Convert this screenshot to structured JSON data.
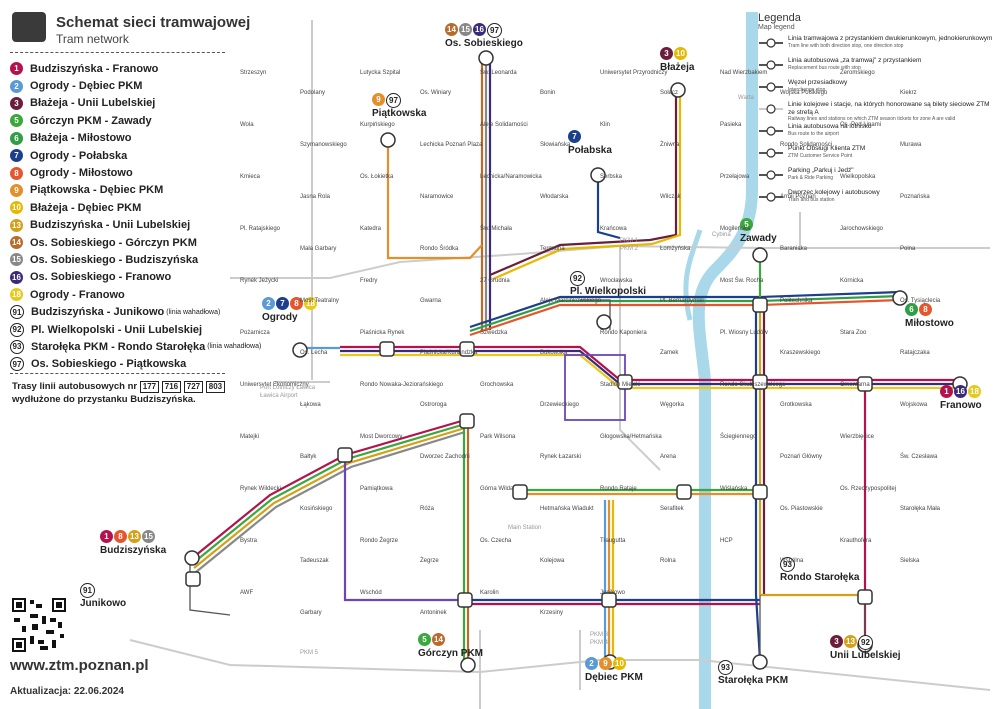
{
  "header": {
    "title": "Schemat sieci tramwajowej",
    "subtitle": "Tram network"
  },
  "routes": [
    {
      "num": "1",
      "label": "Budziszyńska - Franowo",
      "color": "#b5124d"
    },
    {
      "num": "2",
      "label": "Ogrody - Dębiec PKM",
      "color": "#5b9bd5"
    },
    {
      "num": "3",
      "label": "Błażeja - Unii Lubelskiej",
      "color": "#6b1e3c"
    },
    {
      "num": "5",
      "label": "Górczyn PKM - Zawady",
      "color": "#3aa83a"
    },
    {
      "num": "6",
      "label": "Błażeja - Miłostowo",
      "color": "#2f9e44"
    },
    {
      "num": "7",
      "label": "Ogrody - Połabska",
      "color": "#1b3f8b"
    },
    {
      "num": "8",
      "label": "Ogrody - Miłostowo",
      "color": "#e4572e"
    },
    {
      "num": "9",
      "label": "Piątkowska - Dębiec PKM",
      "color": "#e2902b"
    },
    {
      "num": "10",
      "label": "Błażeja - Dębiec PKM",
      "color": "#e6b800"
    },
    {
      "num": "13",
      "label": "Budziszyńska - Unii Lubelskiej",
      "color": "#d4a017"
    },
    {
      "num": "14",
      "label": "Os. Sobieskiego - Górczyn PKM",
      "color": "#b86b2a"
    },
    {
      "num": "15",
      "label": "Os. Sobieskiego - Budziszyńska",
      "color": "#888888"
    },
    {
      "num": "16",
      "label": "Os. Sobieskiego - Franowo",
      "color": "#3b2a7a"
    },
    {
      "num": "18",
      "label": "Ogrody - Franowo",
      "color": "#e8c81a"
    },
    {
      "num": "91",
      "label": "Budziszyńska - Junikowo",
      "note": "(linia wahadłowa)",
      "bus": true
    },
    {
      "num": "92",
      "label": "Pl. Wielkopolski - Unii Lubelskiej",
      "bus": true
    },
    {
      "num": "93",
      "label": "Starołęka PKM - Rondo Starołęka",
      "note": "(linia wahadłowa)",
      "bus": true
    },
    {
      "num": "97",
      "label": "Os. Sobieskiego - Piątkowska",
      "bus": true
    }
  ],
  "bus_note": {
    "text1": "Trasy linii autobusowych nr",
    "lines": [
      "177",
      "716",
      "727",
      "803"
    ],
    "text2": "wydłużone do przystanku Budziszyńska."
  },
  "footer": {
    "url": "www.ztm.poznan.pl",
    "updated": "Aktualizacja: 22.06.2024"
  },
  "legend": {
    "title": "Legenda",
    "subtitle": "Map legend",
    "items": [
      {
        "pl": "Linia tramwajowa z przystankiem dwukierunkowym, jednokierunkowym",
        "en": "Tram line with both direction stop, one direction stop",
        "icon": "tram-line-icon"
      },
      {
        "pl": "Linia autobusowa „za tramwaj\" z przystankiem",
        "en": "Replacement bus route with stop",
        "icon": "bus-line-icon"
      },
      {
        "pl": "Węzeł przesiadkowy",
        "en": "Interchange stop",
        "icon": "interchange-icon"
      },
      {
        "pl": "Linie kolejowe i stacje, na których honorowane są bilety sieciowe ZTM ze strefą A",
        "en": "Railway lines and stations on which ZTM season tickets for zone A are valid",
        "icon": "railway-icon"
      },
      {
        "pl": "Linia autobusowa na lotnisko",
        "en": "Bus route to the airport",
        "icon": "airport-bus-icon"
      },
      {
        "pl": "Punkt Obsługi Klienta ZTM",
        "en": "ZTM Customer Service Point",
        "icon": "customer-service-icon"
      },
      {
        "pl": "Parking „Parkuj i Jedź\"",
        "en": "Park & Ride Parking",
        "icon": "park-ride-icon"
      },
      {
        "pl": "Dworzec kolejowy i autobusowy",
        "en": "Train and bus station",
        "icon": "station-icon"
      }
    ]
  },
  "terminals": [
    {
      "name": "Os. Sobieskiego",
      "nums": [
        "14",
        "15",
        "16",
        "97"
      ]
    },
    {
      "name": "Piątkowska",
      "nums": [
        "9",
        "97"
      ]
    },
    {
      "name": "Błażeja",
      "nums": [
        "3",
        "10"
      ]
    },
    {
      "name": "Połabska",
      "nums": [
        "7"
      ]
    },
    {
      "name": "Zawady",
      "nums": [
        "5"
      ]
    },
    {
      "name": "Miłostowo",
      "nums": [
        "6",
        "8"
      ]
    },
    {
      "name": "Pl. Wielkopolski",
      "nums": [
        "92"
      ]
    },
    {
      "name": "Ogrody",
      "nums": [
        "2",
        "7",
        "8",
        "18"
      ]
    },
    {
      "name": "Franowo",
      "nums": [
        "1",
        "16",
        "18"
      ]
    },
    {
      "name": "Budziszyńska",
      "nums": [
        "1",
        "8",
        "13",
        "15"
      ]
    },
    {
      "name": "Junikowo",
      "nums": [
        "91"
      ]
    },
    {
      "name": "Górczyn PKM",
      "nums": [
        "5",
        "14"
      ]
    },
    {
      "name": "Dębiec PKM",
      "nums": [
        "2",
        "9",
        "10"
      ]
    },
    {
      "name": "Starołęka PKM",
      "nums": [
        "93"
      ]
    },
    {
      "name": "Unii Lubelskiej",
      "nums": [
        "3",
        "13",
        "92"
      ]
    },
    {
      "name": "Rondo Starołęka",
      "nums": [
        "93"
      ]
    }
  ],
  "stops": [
    "Strzeszyn",
    "Podolany",
    "Lutycka Szpital",
    "Os. Winiary",
    "Św. Leonarda",
    "Bonin",
    "Uniwersytet Przyrodniczy",
    "Sołacz",
    "Nad Wierzbakiem",
    "Wojska Polskiego",
    "Żeromskiego",
    "Kiekrz",
    "Wola",
    "Szymanowskiego",
    "Kurpińskiego",
    "Lechicka Poznań Plaza",
    "Aleje Solidarności",
    "Słowiańska",
    "Klin",
    "Żniwna",
    "Pasieka",
    "Rondo Solidarności",
    "Os. Pod Lipami",
    "Murawa",
    "Kmieca",
    "Jasna Rola",
    "Os. Łokietka",
    "Naramowice",
    "Lechicka/Naramowicka",
    "Włodarska",
    "Serbska",
    "Wilczak",
    "Przełajowa",
    "Armii Poznań",
    "Wielkopolska",
    "Poznańska",
    "Pl. Ratajskiego",
    "Mała Garbary",
    "Katedra",
    "Rondo Śródka",
    "Św. Michała",
    "Termalna",
    "Krańcowa",
    "Łomżyńska",
    "Mogileńska",
    "Baraniaka",
    "Jarochowskiego",
    "Polna",
    "Rynek Jeżycki",
    "Most Teatralny",
    "Fredry",
    "Gwarna",
    "27 Grudnia",
    "Aleje Marcinkowskiego",
    "Wrocławska",
    "Pl. Bernardyński",
    "Most Św. Rocha",
    "Politechnika",
    "Kórnicka",
    "Os. Tysiąclecia",
    "Pożarnicza",
    "Os. Lecha",
    "Piaśnicka Rynek",
    "Piaśnicka/Kurlandzka",
    "Szwedzka",
    "Bukowska",
    "Rondo Kaponiera",
    "Zamek",
    "Pl. Wiosny Ludów",
    "Kraszewskiego",
    "Stara Zoo",
    "Ratajczaka",
    "Uniwersytet Ekonomiczny",
    "Łąkowa",
    "Rondo Nowaka-Jeziorańskiego",
    "Ostroroga",
    "Grochowska",
    "Drzewieckiego",
    "Stadion Miejski",
    "Węgorka",
    "Rondo Skubiszewskiego",
    "Grotkowska",
    "Cmentarna",
    "Wojskowa",
    "Matejki",
    "Bałtyk",
    "Most Dworcowy",
    "Dworzec Zachodni",
    "Park Wilsona",
    "Rynek Łazarski",
    "Głogowska/Hetmańska",
    "Arena",
    "Ściegiennego",
    "Poznań Główny",
    "Wierzbięcice",
    "Św. Czesława",
    "Rynek Wildecki",
    "Kosińskiego",
    "Pamiątkowa",
    "Róża",
    "Górna Wilda",
    "Hetmańska Wiadukt",
    "Rondo Rataje",
    "Serafitek",
    "Wiślańska",
    "Os. Piastowskie",
    "Os. Rzeczypospolitej",
    "Starołęka Mała",
    "Bystra",
    "Tadeuszak",
    "Rondo Żegrze",
    "Żegrze",
    "Os. Czecha",
    "Kolejowa",
    "Traugutta",
    "Rolna",
    "HCP",
    "Wspólna",
    "Krauthofera",
    "Sielska",
    "AWF",
    "Garbary",
    "Wschód",
    "Antoninek",
    "Karolin",
    "Krzesiny",
    "Junikowo"
  ],
  "ext_labels": {
    "warta": "Warta",
    "cybina": "Cybina",
    "airport": "Port Lotniczy Ławica",
    "airport_en": "Ławica Airport",
    "main_station": "Main Station",
    "pkm": [
      "PKM 1",
      "PKM 2",
      "PKM 3",
      "PKM 4",
      "PKM 5"
    ]
  },
  "colors": {
    "route1": "#b5124d",
    "route2": "#5b9bd5",
    "route3": "#6b1e3c",
    "route5": "#3aa83a",
    "route7": "#1b3f8b",
    "route8": "#e4572e",
    "route9": "#e2902b",
    "route10": "#e6b800",
    "route13": "#d4a017",
    "route15": "#888888",
    "route16": "#3b2a7a",
    "route18": "#e8c81a",
    "river": "#a8d8ea",
    "rail": "#c8c8c8"
  }
}
